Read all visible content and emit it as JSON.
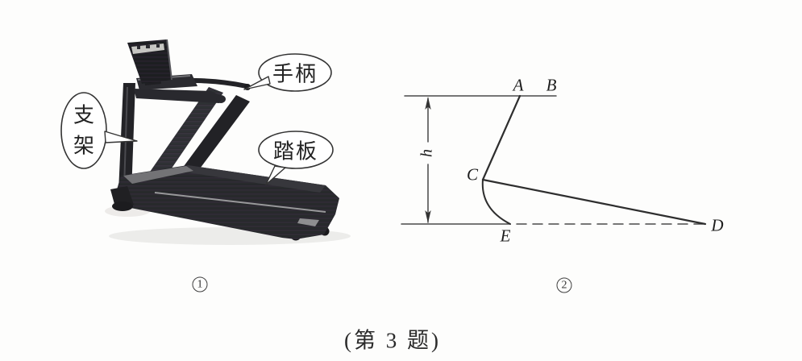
{
  "figure": {
    "caption": "(第 3 题)",
    "panel_treadmill": {
      "number": "1",
      "callouts": {
        "handle": "手柄",
        "bracket": "支架",
        "pedal": "踏板"
      }
    },
    "panel_diagram": {
      "number": "2",
      "point_labels": {
        "A": "A",
        "B": "B",
        "C": "C",
        "D": "D",
        "E": "E"
      },
      "height_label": "h"
    },
    "colors": {
      "ink": "#3a3a3a",
      "machine_dark": "#1b1b1f",
      "machine_mid": "#2a2a2e",
      "background": "#fdfdfc"
    }
  }
}
